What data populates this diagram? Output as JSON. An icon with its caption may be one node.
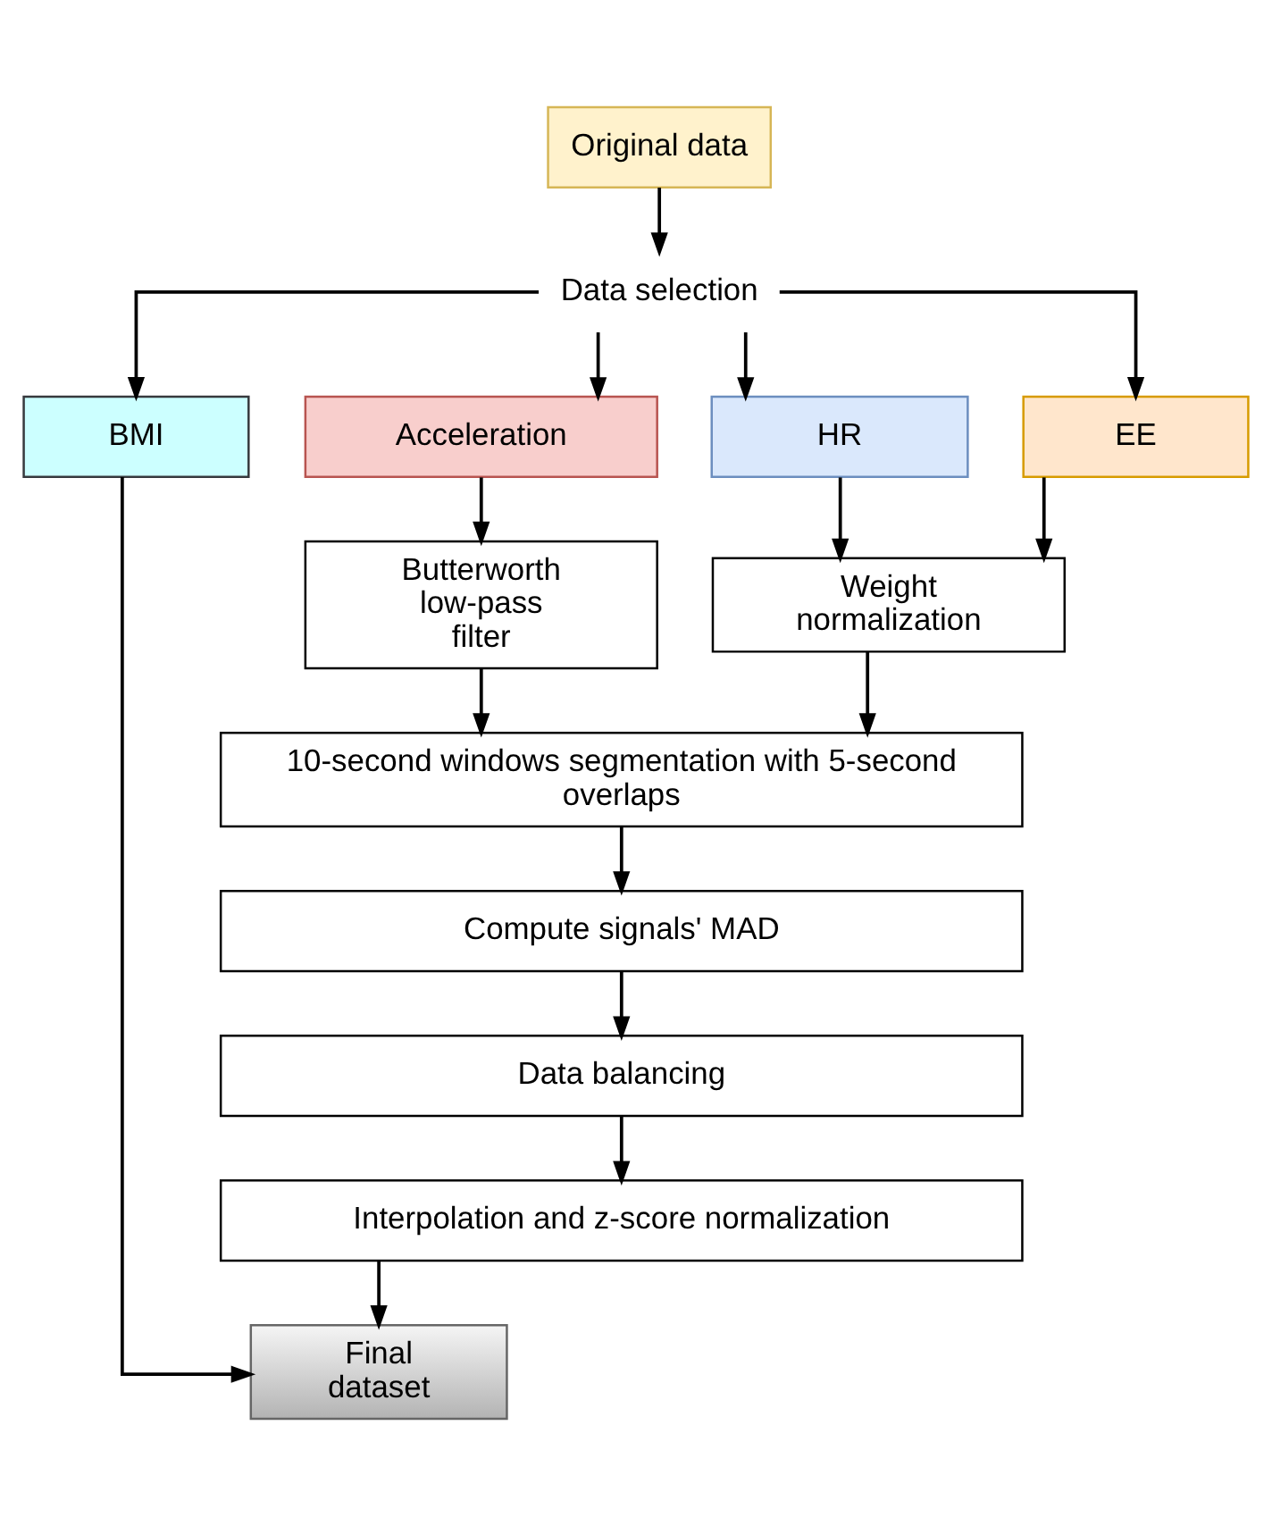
{
  "diagram": {
    "nodes": [
      {
        "text": [
          "Original data"
        ]
      },
      {
        "text": [
          "Data selection"
        ]
      },
      {
        "text": [
          "BMI"
        ]
      },
      {
        "text": [
          "Acceleration"
        ]
      },
      {
        "text": [
          "HR"
        ]
      },
      {
        "text": [
          "EE"
        ]
      },
      {
        "text": [
          "Butterworth low-pass filter"
        ]
      },
      {
        "text": [
          "Weight normalization"
        ]
      },
      {
        "text": [
          "10-second windows segmentation with 5-second overlaps"
        ]
      },
      {
        "text": [
          "Compute signals' MAD"
        ]
      },
      {
        "text": [
          "Data balancing"
        ]
      },
      {
        "text": [
          "Interpolation and z-score normalization"
        ]
      },
      {
        "text": [
          "Final dataset"
        ]
      }
    ],
    "edges": [
      {
        "from": 0,
        "to": 1,
        "arrow": "to"
      },
      {
        "from": 1,
        "to": 2,
        "arrow": "to"
      },
      {
        "from": 1,
        "to": 3,
        "arrow": "to"
      },
      {
        "from": 1,
        "to": 4,
        "arrow": "to"
      },
      {
        "from": 1,
        "to": 5,
        "arrow": "to"
      },
      {
        "from": 3,
        "to": 6,
        "arrow": "to"
      },
      {
        "from": 4,
        "to": 7,
        "arrow": "to"
      },
      {
        "from": 5,
        "to": 7,
        "arrow": "to"
      },
      {
        "from": 6,
        "to": 8,
        "arrow": "to"
      },
      {
        "from": 7,
        "to": 8,
        "arrow": "to"
      },
      {
        "from": 8,
        "to": 9,
        "arrow": "to"
      },
      {
        "from": 9,
        "to": 10,
        "arrow": "to"
      },
      {
        "from": 10,
        "to": 11,
        "arrow": "to"
      },
      {
        "from": 11,
        "to": 12,
        "arrow": "to"
      },
      {
        "from": 2,
        "to": 12,
        "arrow": "to"
      }
    ]
  }
}
